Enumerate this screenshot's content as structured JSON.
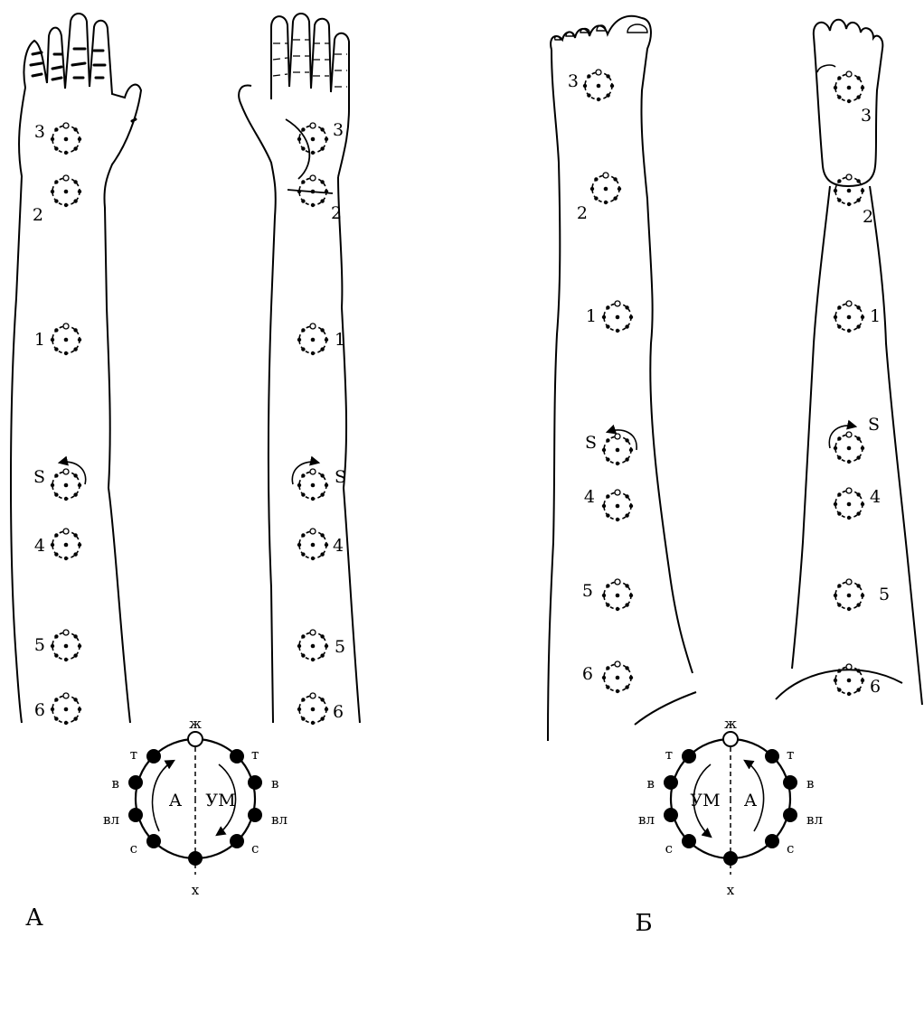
{
  "limbs": {
    "arm_left": {
      "points": [
        "3",
        "2",
        "1",
        "S",
        "4",
        "5",
        "6"
      ]
    },
    "arm_right": {
      "points": [
        "3",
        "2",
        "1",
        "S",
        "4",
        "5",
        "6"
      ]
    },
    "leg_left": {
      "points": [
        "3",
        "2",
        "1",
        "S",
        "4",
        "5",
        "6"
      ]
    },
    "leg_right": {
      "points": [
        "3",
        "2",
        "1",
        "S",
        "4",
        "5",
        "6"
      ]
    }
  },
  "schemes": {
    "a": {
      "panel_label": "А",
      "top": "ж",
      "bottom": "х",
      "left_labels": [
        "т",
        "в",
        "вл",
        "с"
      ],
      "right_labels": [
        "т",
        "в",
        "вл",
        "с"
      ],
      "left_inner": "А",
      "right_inner": "УМ"
    },
    "b": {
      "panel_label": "Б",
      "top": "ж",
      "bottom": "х",
      "left_labels": [
        "т",
        "в",
        "вл",
        "с"
      ],
      "right_labels": [
        "т",
        "в",
        "вл",
        "с"
      ],
      "left_inner": "УМ",
      "right_inner": "А"
    }
  }
}
